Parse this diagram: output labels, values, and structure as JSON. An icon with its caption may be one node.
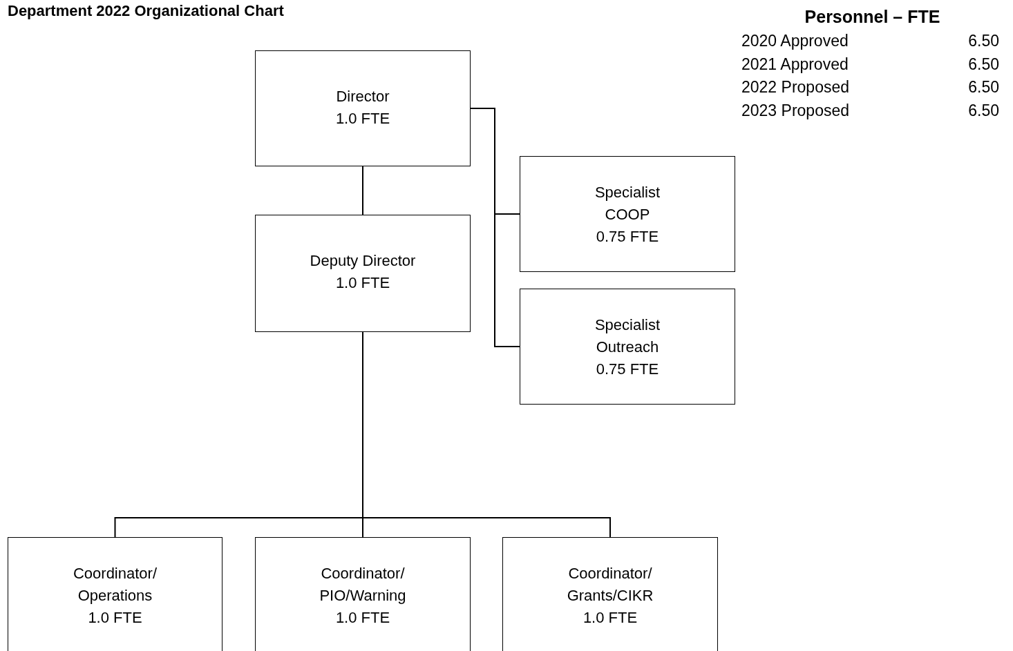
{
  "diagram": {
    "title": "Department 2022 Organizational Chart",
    "nodes": [
      {
        "text": [
          "Director",
          "1.0 FTE"
        ]
      },
      {
        "text": [
          "Deputy Director",
          "1.0 FTE"
        ]
      },
      {
        "text": [
          "Specialist",
          "COOP",
          "0.75 FTE"
        ]
      },
      {
        "text": [
          "Specialist",
          "Outreach",
          "0.75 FTE"
        ]
      },
      {
        "text": [
          "Coordinator/",
          "Operations",
          "1.0 FTE"
        ]
      },
      {
        "text": [
          "Coordinator/",
          "PIO/Warning",
          "1.0 FTE"
        ]
      },
      {
        "text": [
          "Coordinator/",
          "Grants/CIKR",
          "1.0 FTE"
        ]
      }
    ],
    "edges": [
      {
        "from": 0,
        "to": 1,
        "arrow": "none"
      },
      {
        "from": 0,
        "to": 2,
        "arrow": "none"
      },
      {
        "from": 0,
        "to": 3,
        "arrow": "none"
      },
      {
        "from": 1,
        "to": 4,
        "arrow": "none"
      },
      {
        "from": 1,
        "to": 5,
        "arrow": "none"
      },
      {
        "from": 1,
        "to": 6,
        "arrow": "none"
      }
    ],
    "labels": [
      "Personnel – FTE",
      "2020 Approved",
      "6.50",
      "2021 Approved",
      "6.50",
      "2022 Proposed",
      "6.50",
      "2023 Proposed",
      "6.50"
    ]
  }
}
